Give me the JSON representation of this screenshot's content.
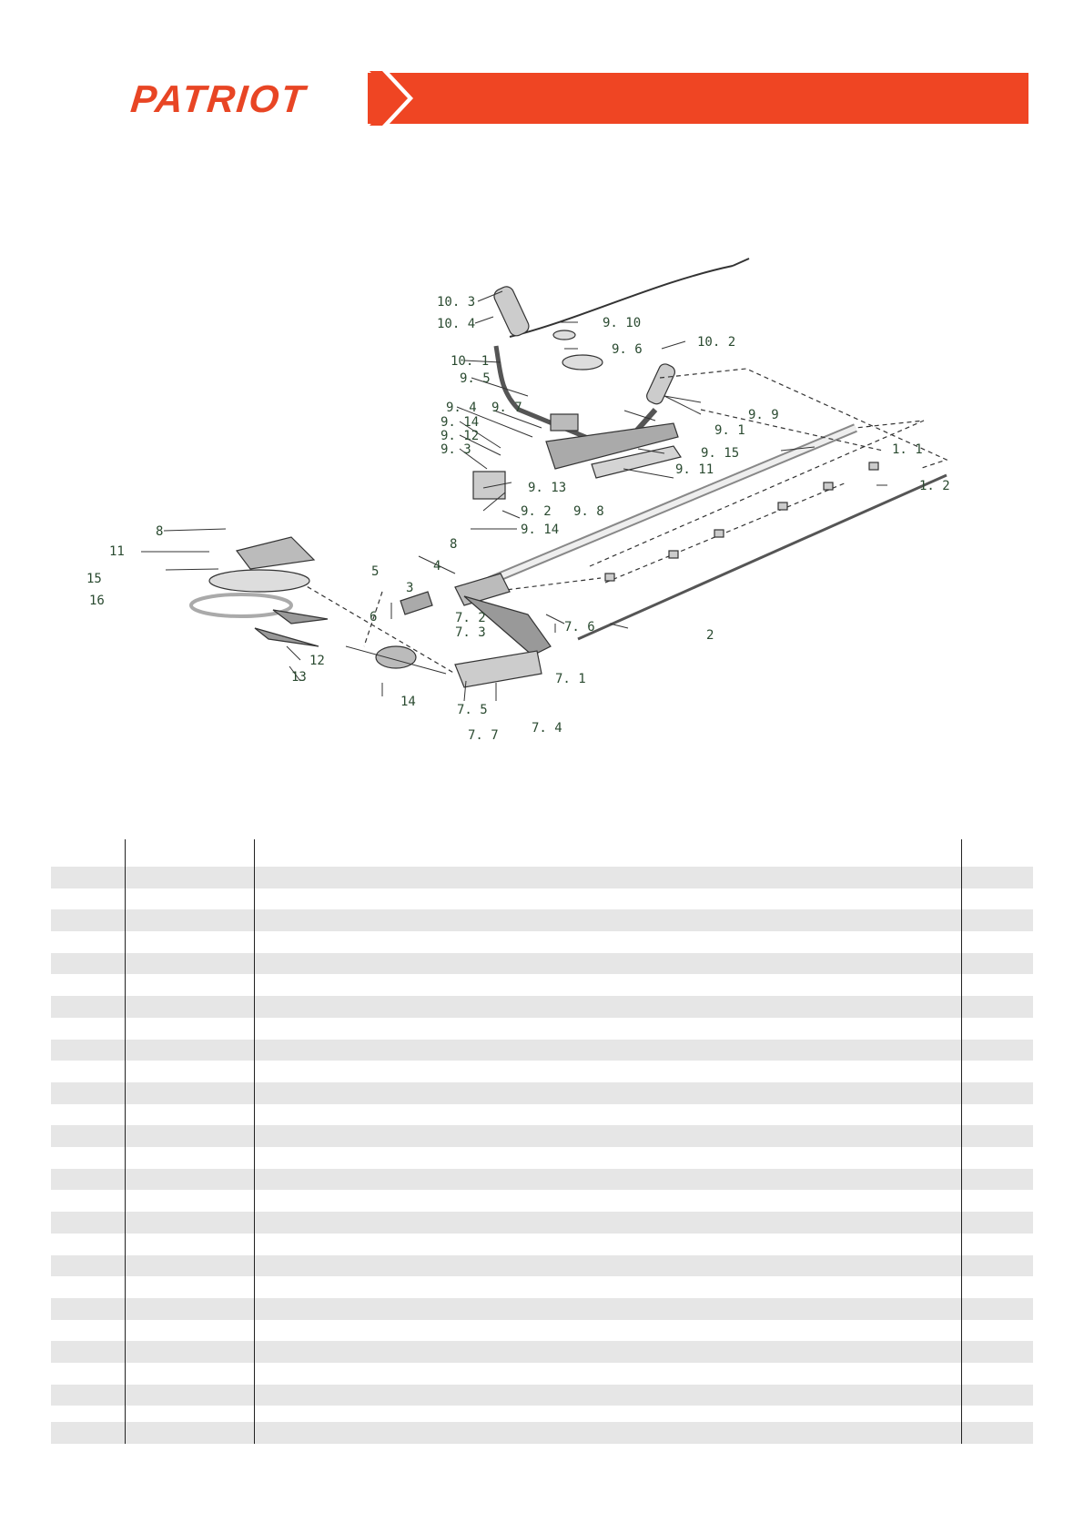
{
  "header": {
    "brand": "PATRIOT",
    "accent_color": "#ef4523"
  },
  "diagram": {
    "labels": {
      "l_10_3": "10. 3",
      "l_10_4": "10. 4",
      "l_9_10": "9. 10",
      "l_9_6": "9. 6",
      "l_10_2": "10. 2",
      "l_10_1": "10. 1",
      "l_9_5": "9. 5",
      "l_9_9": "9. 9",
      "l_9_4": "9. 4",
      "l_9_7": "9. 7",
      "l_9_1": "9. 1",
      "l_9_14a": "9. 14",
      "l_9_12": "9. 12",
      "l_9_15": "9. 15",
      "l_1_1": "1. 1",
      "l_9_3": "9. 3",
      "l_9_11": "9. 11",
      "l_9_13": "9. 13",
      "l_1_2": "1. 2",
      "l_9_2": "9. 2",
      "l_9_8": "9. 8",
      "l_9_14b": "9. 14",
      "l_8a": "8",
      "l_11": "11",
      "l_8b": "8",
      "l_15": "15",
      "l_5": "5",
      "l_4": "4",
      "l_3": "3",
      "l_16": "16",
      "l_6": "6",
      "l_7_2": "7. 2",
      "l_7_3": "7. 3",
      "l_7_6": "7. 6",
      "l_2": "2",
      "l_12": "12",
      "l_13": "13",
      "l_7_1": "7. 1",
      "l_14": "14",
      "l_7_5": "7. 5",
      "l_7_4": "7. 4",
      "l_7_7": "7. 7"
    }
  },
  "table": {
    "rows": 27,
    "shade_color": "#e6e6e6",
    "columns": 4
  }
}
